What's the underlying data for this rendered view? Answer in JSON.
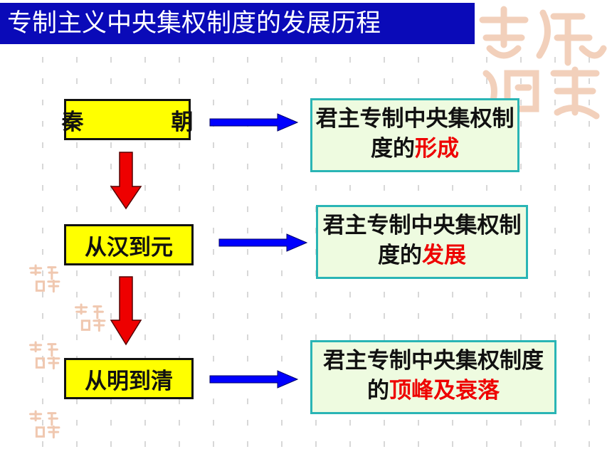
{
  "title": "专制主义中央集权制度的发展历程",
  "stages": [
    {
      "era": "秦　朝",
      "desc_prefix": "君主专制中央集权制度的",
      "desc_highlight": "形成"
    },
    {
      "era": "从汉到元",
      "desc_prefix": "君主专制中央集权制度的",
      "desc_highlight": "发展"
    },
    {
      "era": "从明到清",
      "desc_prefix": "君主专制中央集权制度的",
      "desc_highlight": "顶峰及衰落"
    }
  ],
  "colors": {
    "title_bg": "#0a0ab8",
    "era_bg": "#ffff00",
    "desc_bg": "#eefbe0",
    "desc_border": "#2ab5b5",
    "highlight": "#ee0000",
    "horizontal_arrow": "#0000ff",
    "vertical_arrow": "#ee0000"
  },
  "icons": [
    "ji-xiang-ru-yi-seal-icon"
  ]
}
